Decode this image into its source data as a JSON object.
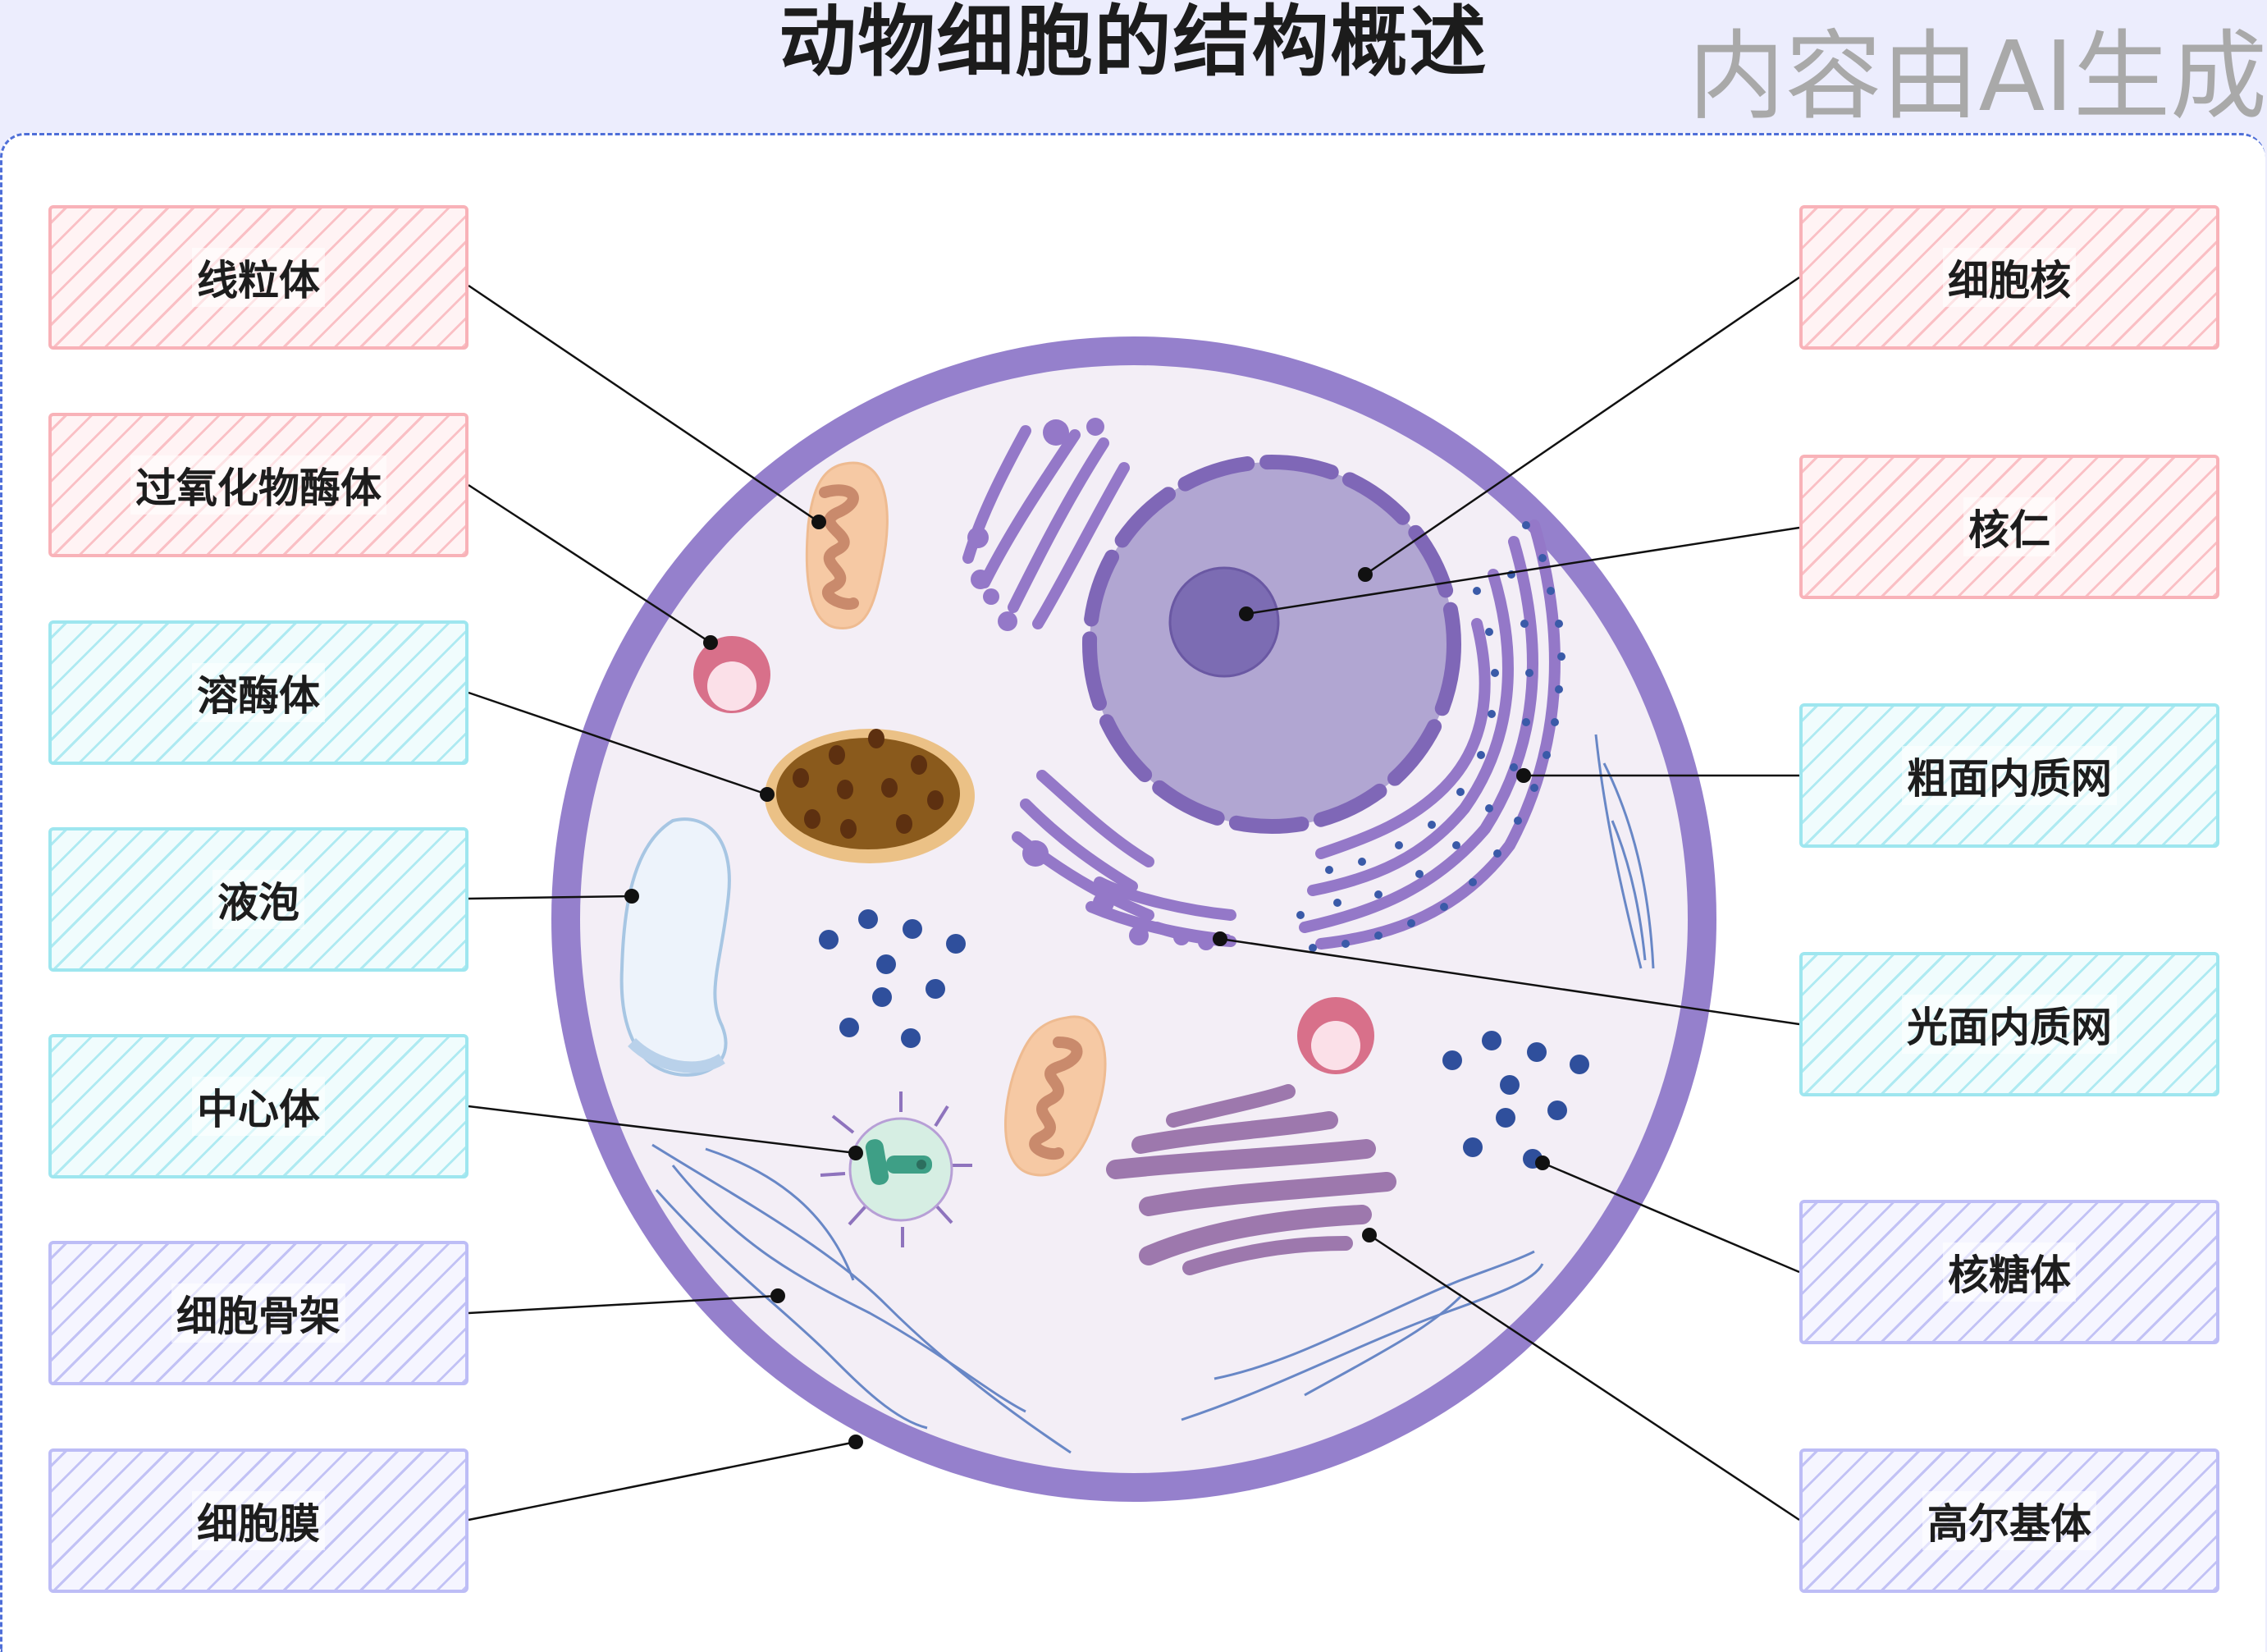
{
  "title": "动物细胞的结构概述",
  "watermark": "内容由AI生成",
  "labels": {
    "mitochondria": "线粒体",
    "peroxisome": "过氧化物酶体",
    "lysosome": "溶酶体",
    "vacuole": "液泡",
    "centrosome": "中心体",
    "cytoskeleton": "细胞骨架",
    "cell_membrane": "细胞膜",
    "nucleus": "细胞核",
    "nucleolus": "核仁",
    "rough_er": "粗面内质网",
    "smooth_er": "光面内质网",
    "ribosome": "核糖体",
    "golgi": "高尔基体"
  },
  "colors": {
    "membrane": "#9580cc",
    "cytoplasm": "#f3eef6",
    "nucleus": "#b1a6d2",
    "nucleolus": "#7c6cb3",
    "organelle_purple": "#9478c8",
    "mitochondria_outer": "#f6c9a4",
    "mitochondria_inner": "#c98a6c",
    "lysosome": "#8a5a1c",
    "peroxisome": "#d8708a",
    "ribosome": "#2f4f9c",
    "golgi": "#9d78ad",
    "centrosome": "#3e9f86",
    "cytoskeleton": "#5a7cc1",
    "red_box": "#f8b2b8",
    "cyan_box": "#9ee6ef",
    "violet_box": "#bdbdf6"
  }
}
